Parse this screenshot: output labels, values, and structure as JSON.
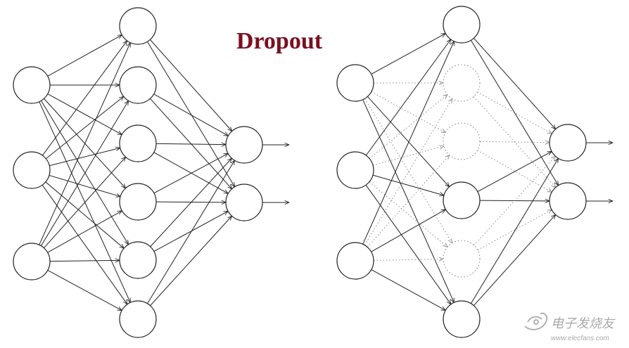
{
  "title": "Dropout",
  "colors": {
    "title": "#7a0f1f",
    "line": "#222222",
    "dropped": "#888888",
    "watermark": "#aaaaaa"
  },
  "networks": [
    {
      "name": "standard-network",
      "layers": [
        {
          "nodes": [
            {
              "active": true
            },
            {
              "active": true
            },
            {
              "active": true
            }
          ]
        },
        {
          "nodes": [
            {
              "active": true
            },
            {
              "active": true
            },
            {
              "active": true
            },
            {
              "active": true
            },
            {
              "active": true
            },
            {
              "active": true
            }
          ]
        },
        {
          "nodes": [
            {
              "active": true
            },
            {
              "active": true
            }
          ]
        }
      ],
      "outputs": 2
    },
    {
      "name": "dropout-network",
      "layers": [
        {
          "nodes": [
            {
              "active": true
            },
            {
              "active": true
            },
            {
              "active": true
            }
          ]
        },
        {
          "nodes": [
            {
              "active": true
            },
            {
              "active": false
            },
            {
              "active": false
            },
            {
              "active": true
            },
            {
              "active": false
            },
            {
              "active": true
            }
          ]
        },
        {
          "nodes": [
            {
              "active": true
            },
            {
              "active": true
            }
          ]
        }
      ],
      "outputs": 2
    }
  ],
  "watermark": {
    "icon": "electronic-circuit-logo-icon",
    "text": "电子发烧友",
    "url": "www.elecfans.com"
  }
}
